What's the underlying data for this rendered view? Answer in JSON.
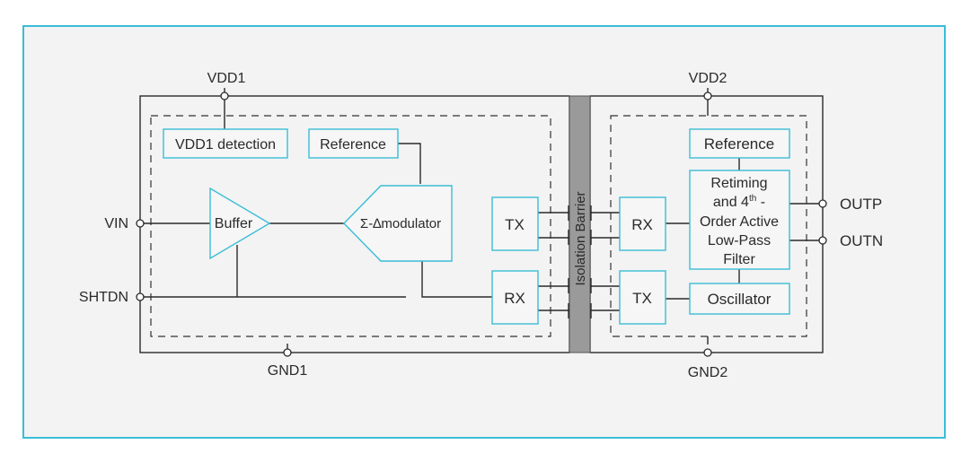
{
  "pins": {
    "vdd1": "VDD1",
    "vdd2": "VDD2",
    "gnd1": "GND1",
    "gnd2": "GND2",
    "vin": "VIN",
    "shtdn": "SHTDN",
    "outp": "OUTP",
    "outn": "OUTN"
  },
  "left_side": {
    "vdd1_detection": "VDD1 detection",
    "reference": "Reference",
    "buffer": "Buffer",
    "modulator": "Σ-∆modulator",
    "tx": "TX",
    "rx": "RX"
  },
  "barrier": {
    "label": "Isolation Barrier"
  },
  "right_side": {
    "rx": "RX",
    "tx": "TX",
    "reference": "Reference",
    "filter_line1": "Retiming",
    "filter_line2_pre": "and 4",
    "filter_line2_sup": "th",
    "filter_line2_post": " -",
    "filter_line3": "Order Active",
    "filter_line4": "Low-Pass",
    "filter_line5": "Filter",
    "oscillator": "Oscillator"
  },
  "colors": {
    "block_border": "#3bbdd6",
    "frame_border": "#3bbdd6",
    "barrier_fill": "#9a9a9a",
    "background": "#f3f3f3"
  }
}
